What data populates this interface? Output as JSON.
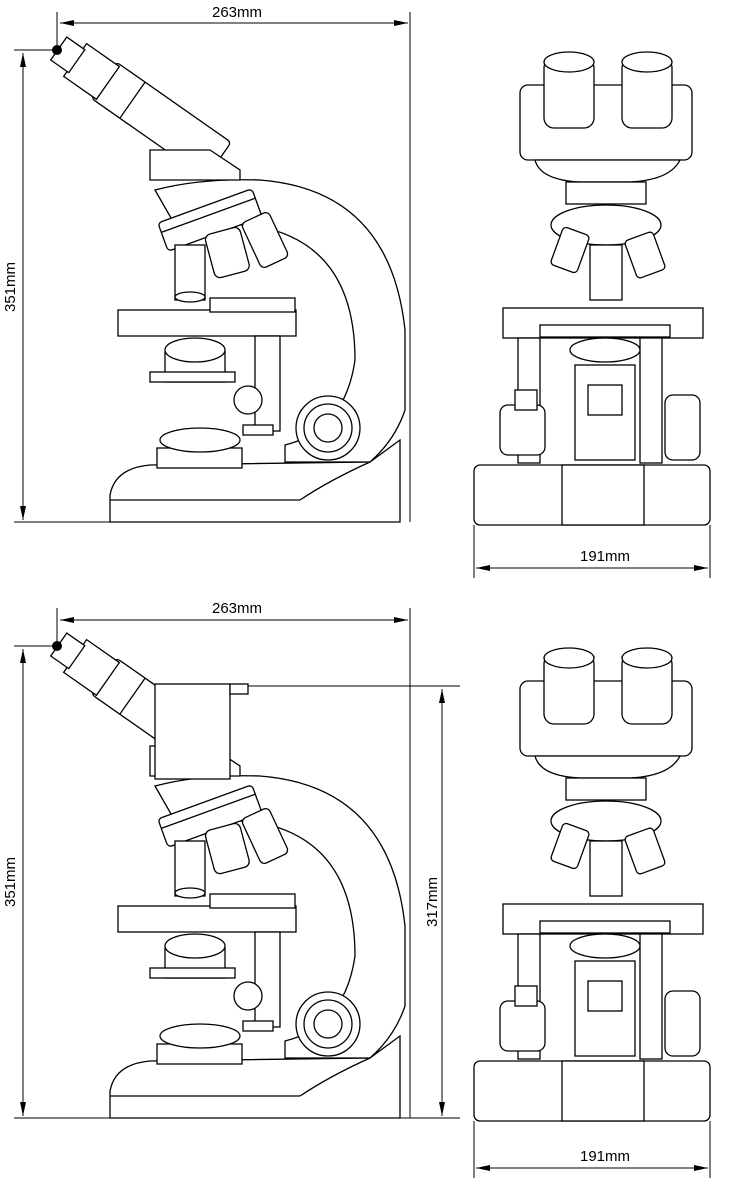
{
  "top_set": {
    "side_view": {
      "width_label": "263mm",
      "height_label": "351mm"
    },
    "front_view": {
      "width_label": "191mm"
    }
  },
  "bottom_set": {
    "side_view": {
      "width_label": "263mm",
      "height_label": "351mm",
      "trinocular_height_label": "317mm"
    },
    "front_view": {
      "width_label": "191mm"
    }
  }
}
